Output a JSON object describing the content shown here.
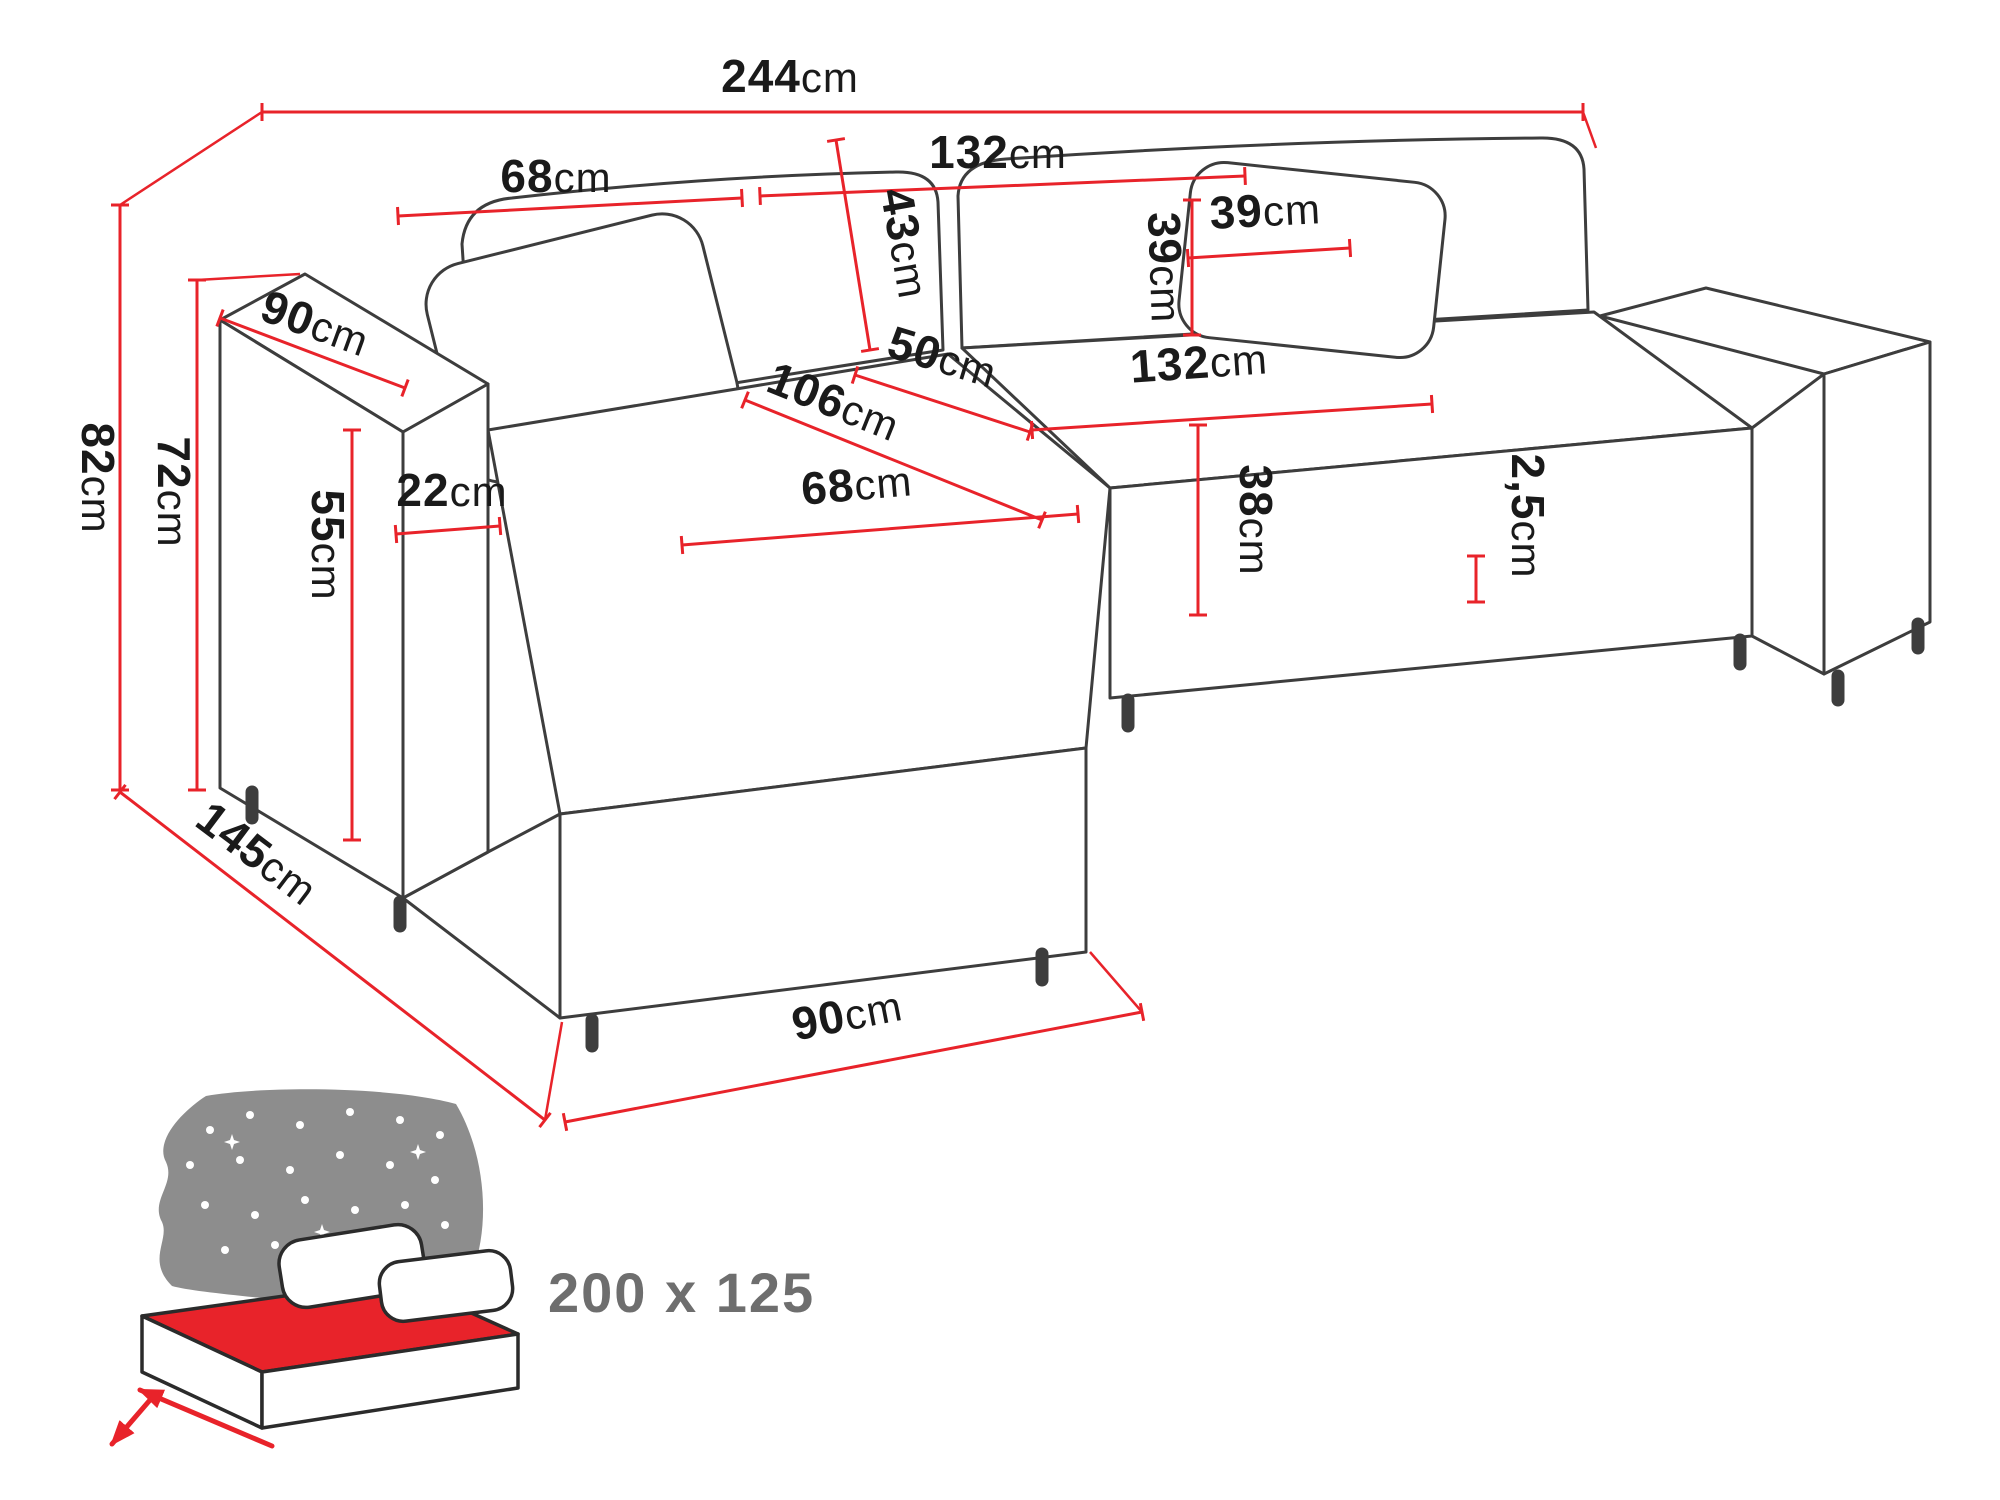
{
  "dimensions": {
    "total_width": {
      "value": "244",
      "unit": "cm"
    },
    "backrest_left_width": {
      "value": "68",
      "unit": "cm"
    },
    "backrest_right_width": {
      "value": "132",
      "unit": "cm"
    },
    "backrest_height": {
      "value": "43",
      "unit": "cm"
    },
    "cushion_height": {
      "value": "39",
      "unit": "cm"
    },
    "cushion_width": {
      "value": "39",
      "unit": "cm"
    },
    "armrest_depth": {
      "value": "90",
      "unit": "cm"
    },
    "seat_depth": {
      "value": "50",
      "unit": "cm"
    },
    "chaise_length": {
      "value": "106",
      "unit": "cm"
    },
    "seat_width": {
      "value": "132",
      "unit": "cm"
    },
    "total_height": {
      "value": "82",
      "unit": "cm"
    },
    "armrest_top_height": {
      "value": "72",
      "unit": "cm"
    },
    "armrest_front_height": {
      "value": "55",
      "unit": "cm"
    },
    "armrest_width": {
      "value": "22",
      "unit": "cm"
    },
    "chaise_seat_width": {
      "value": "68",
      "unit": "cm"
    },
    "seat_height": {
      "value": "38",
      "unit": "cm"
    },
    "clearance": {
      "value": "2,5",
      "unit": "cm"
    },
    "total_depth": {
      "value": "145",
      "unit": "cm"
    },
    "chaise_front_width": {
      "value": "90",
      "unit": "cm"
    }
  },
  "sleeping_area": {
    "label": "200 x 125"
  },
  "colors": {
    "dimension": "#e8232a",
    "outline": "#3d3d3d",
    "text": "#1a1a1a",
    "muted": "#6e6e6e"
  }
}
